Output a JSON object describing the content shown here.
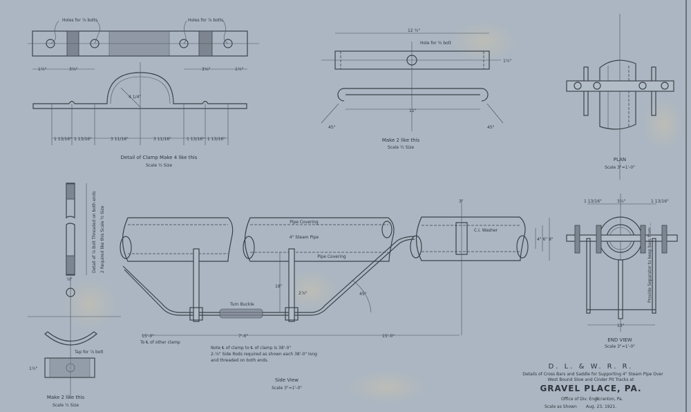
{
  "clamp_detail": {
    "hole_label_left": "Holes for ⅞ bolts",
    "hole_label_right": "Holes for ⅞ bolts",
    "dims_top": [
      "1½\"",
      "3⅝\"",
      "3⅝\"",
      "1½\""
    ],
    "dims_bottom": [
      "1 13/16\"",
      "1 13/16\"",
      "3 11/16\"",
      "3 11/16\"",
      "1 13/16\"",
      "1 13/16\""
    ],
    "radius": "4 1/4\"",
    "caption": "Detail of Clamp   Make 4 like this",
    "scale": "Scale ½ Size"
  },
  "bar_detail": {
    "length": "12 ¾\"",
    "hole_label": "Hole for ¾ bolt",
    "width": "1½\"",
    "span": "11\"",
    "angle_left": "45°",
    "angle_right": "45°",
    "caption": "Make 2 like this",
    "scale": "Scale ½ Size"
  },
  "plan": {
    "title": "PLAN",
    "scale": "Scale 3\"=1'-0\""
  },
  "bolt_detail": {
    "caption_1": "Detail of ⅞ Bolt Threaded on both ends",
    "caption_2": "2 Required like this   Scale ½ Size",
    "diameter": "⅞\"",
    "tap_label": "Tap for ⅞ bolt",
    "height": "1½\"",
    "caption": "Make 2 like this",
    "scale": "Scale ½ Size"
  },
  "side_view": {
    "pipe_covering_top": "Pipe Covering",
    "steam_pipe": "4\" Steam Pipe",
    "pipe_covering_bottom": "Pipe Covering",
    "turnbuckle": "Turn Buckle",
    "height": "18\"",
    "offset": "2⅞\"",
    "angle": "45°",
    "washer": "C.I. Washer",
    "clamp_width": "3\"",
    "dim_left": "15'-0\"",
    "dim_left_note": "To ℄ of other clamp",
    "dim_mid": "7'-0\"",
    "dim_right": "15'-0\"",
    "diam_dims": "4\" 6\" 8\"",
    "notes": [
      "Note ℄ of clamp to ℄ of clamp is 38'-0\"",
      "2-⅞\" Side Rods required as shown each 38'-0\" long",
      "and threaded on both ends."
    ],
    "title": "Side View",
    "scale": "Scale 3\"=1'-0\""
  },
  "end_view": {
    "dims": [
      "1 13/16\"",
      "3¼\"",
      "1 13/16\""
    ],
    "width": "13\"",
    "note": "Provide Separator to keep bars from ...",
    "title": "END VIEW",
    "scale": "Scale 3\"=1'-0\""
  },
  "title_block": {
    "railroad": "D.  L.  &  W.  R.  R.",
    "line_1": "Details of Cross Bars and Saddle for Supporting 4\" Steam Pipe Over",
    "line_2": "West Bound Slow and Cinder Pit Tracks at",
    "location": "GRAVEL PLACE, PA.",
    "office": "Office of Div. Engr.",
    "city": "Scranton, Pa.",
    "scale": "Scale as Shown",
    "date": "Aug. 23, 1921."
  }
}
